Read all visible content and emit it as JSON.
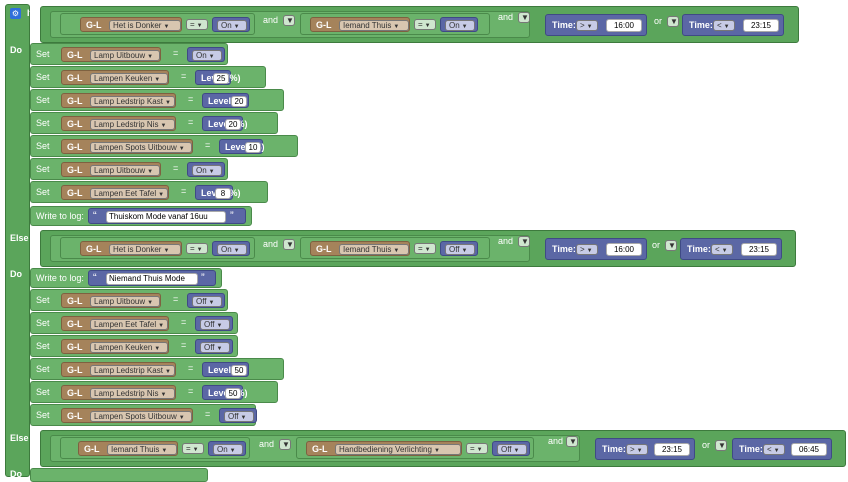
{
  "keywords": {
    "if": "If",
    "do": "Do",
    "else_if": "Else if",
    "set": "Set",
    "and": "and",
    "or": "or",
    "time": "Time:",
    "level": "Level (%)",
    "write_to_log": "Write to log:",
    "gl": "G-L",
    "eq": "=",
    "open_quote": "“",
    "close_quote": "”"
  },
  "block1": {
    "cond1": {
      "device": "Het is Donker",
      "op": "=",
      "value": "On"
    },
    "cond2": {
      "device": "Iemand Thuis",
      "op": "=",
      "value": "On"
    },
    "time1": {
      "op": ">",
      "value": "16:00"
    },
    "time2": {
      "op": "<",
      "value": "23:15"
    },
    "actions": [
      {
        "device": "Lamp Uitbouw",
        "value": "On"
      },
      {
        "device": "Lampen Keuken",
        "value": "25"
      },
      {
        "device": "Lamp Ledstrip Kast",
        "value": "20"
      },
      {
        "device": "Lamp Ledstrip Nis",
        "value": "20"
      },
      {
        "device": "Lampen Spots Uitbouw",
        "value": "10"
      },
      {
        "device": "Lamp Uitbouw",
        "value": "On"
      },
      {
        "device": "Lampen Eet Tafel",
        "value": "8"
      }
    ],
    "log": "Thuiskom Mode vanaf 16uu"
  },
  "block2": {
    "cond1": {
      "device": "Het is Donker",
      "op": "=",
      "value": "On"
    },
    "cond2": {
      "device": "Iemand Thuis",
      "op": "=",
      "value": "Off"
    },
    "time1": {
      "op": ">",
      "value": "16:00"
    },
    "time2": {
      "op": "<",
      "value": "23:15"
    },
    "log": "Niemand Thuis Mode",
    "actions": [
      {
        "device": "Lamp Uitbouw",
        "value": "Off"
      },
      {
        "device": "Lampen Eet Tafel",
        "value": "Off"
      },
      {
        "device": "Lampen Keuken",
        "value": "Off"
      },
      {
        "device": "Lamp Ledstrip Kast",
        "value": "50"
      },
      {
        "device": "Lamp Ledstrip Nis",
        "value": "50"
      },
      {
        "device": "Lampen Spots Uitbouw",
        "value": "Off"
      }
    ]
  },
  "block3": {
    "cond1": {
      "device": "Iemand Thuis",
      "op": "=",
      "value": "On"
    },
    "cond2": {
      "device": "Handbediening Verlichting",
      "op": "=",
      "value": "Off"
    },
    "time1": {
      "op": ">",
      "value": "23:15"
    },
    "time2": {
      "op": "<",
      "value": "06:45"
    }
  },
  "colors": {
    "logic": "#5ba55b",
    "device": "#a5835b",
    "value": "#5b67a5"
  }
}
